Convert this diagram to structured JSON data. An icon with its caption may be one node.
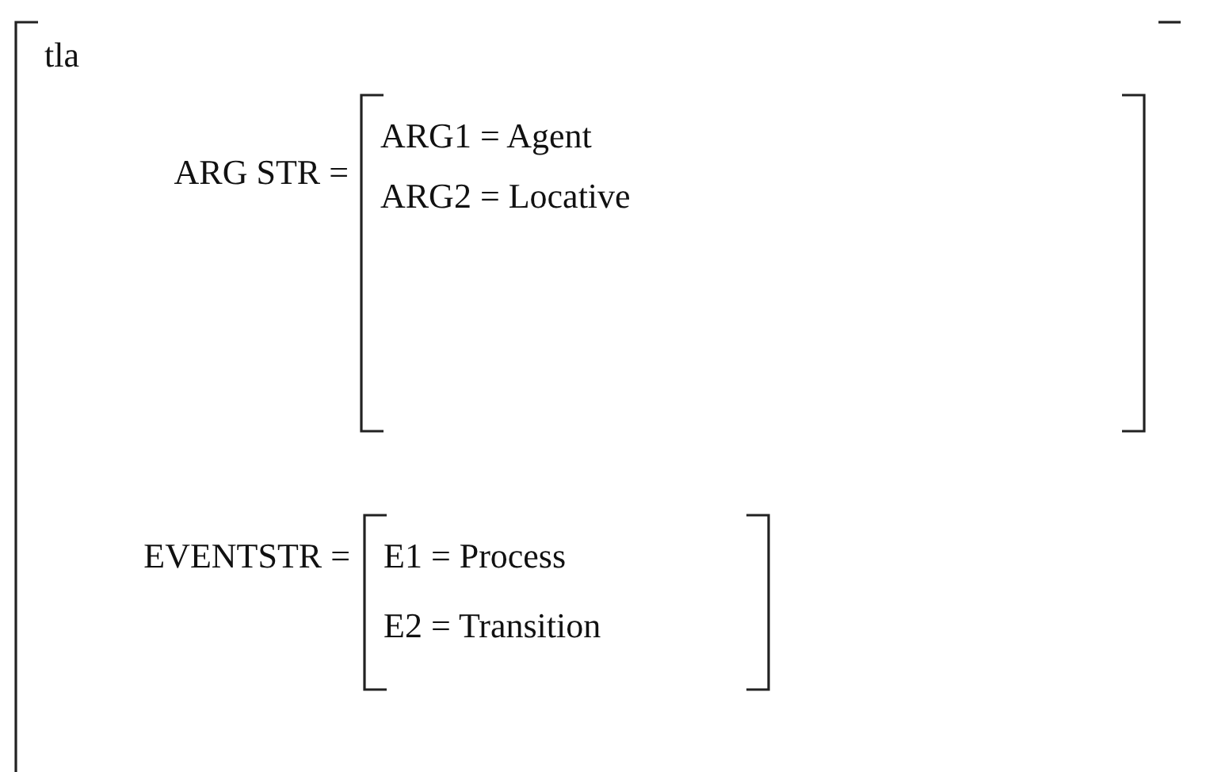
{
  "diagram": {
    "nodes": [
      {
        "text": [
          "tla"
        ]
      },
      {
        "text": [
          "ARG1 = Agent",
          "ARG2 = Locative"
        ],
        "in": 0,
        "beside": [
          "ARG STR ="
        ]
      },
      {
        "text": [
          "E1 = Process",
          "E2 = Transition"
        ],
        "in": 0,
        "beside": [
          "EVENTSTR ="
        ]
      }
    ]
  }
}
